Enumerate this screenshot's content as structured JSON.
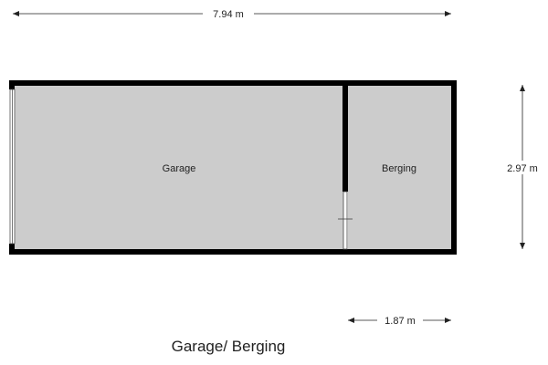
{
  "plan": {
    "title": "Garage/ Berging",
    "rooms": [
      {
        "name": "Garage"
      },
      {
        "name": "Berging"
      }
    ],
    "dimensions": {
      "total_width": "7.94 m",
      "height": "2.97 m",
      "berging_width": "1.87 m"
    },
    "colors": {
      "wall": "#000000",
      "floor": "#cccccc",
      "dimension": "#222222"
    }
  }
}
